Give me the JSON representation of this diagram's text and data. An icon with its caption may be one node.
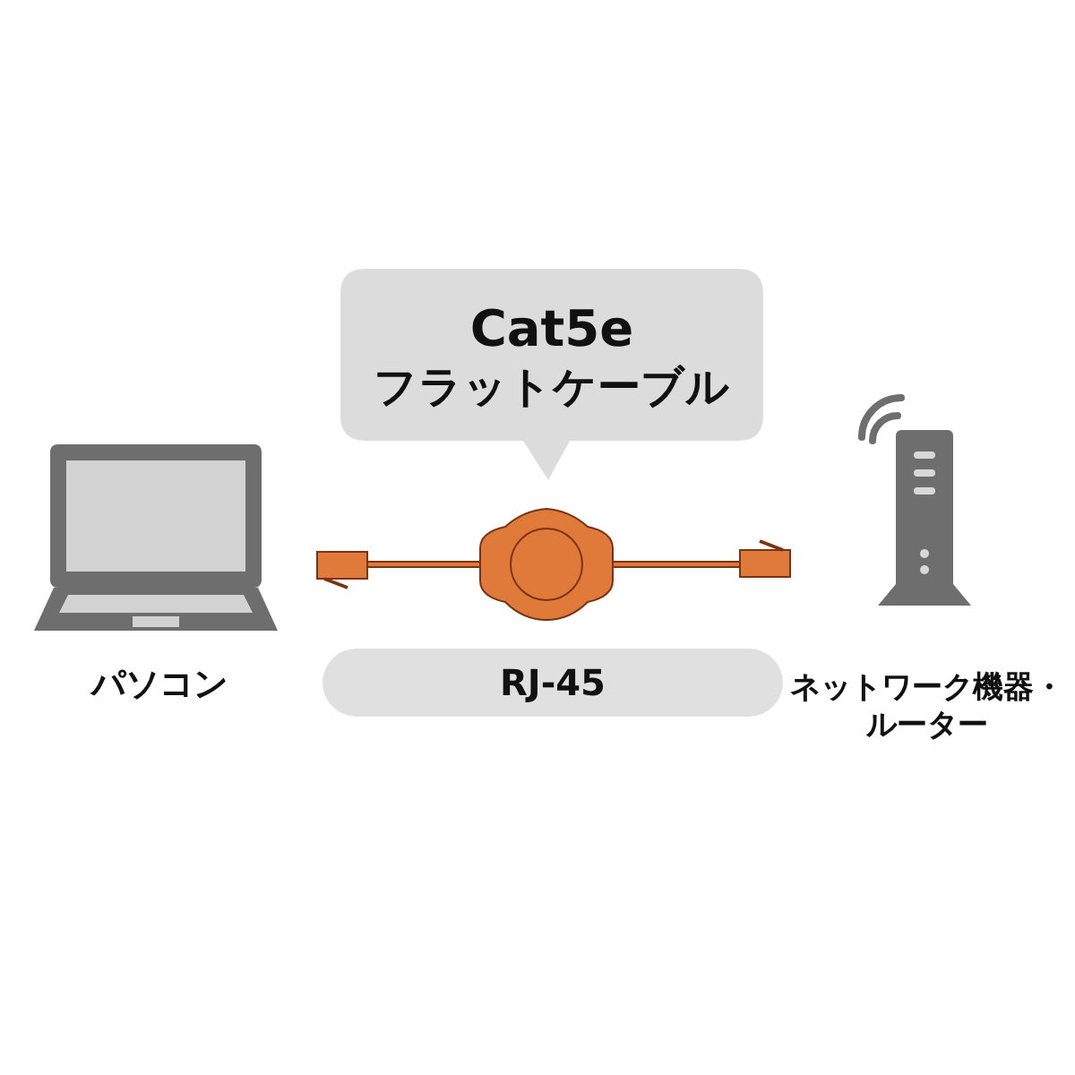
{
  "diagram": {
    "nodes": [
      {
        "text": [
          "パソコン"
        ]
      },
      {
        "text": [
          "Cat5e",
          "フラットケーブル"
        ]
      },
      {
        "text": [
          "RJ-45"
        ]
      },
      {
        "text": [
          "ネットワーク機器・ルーター"
        ]
      }
    ]
  }
}
